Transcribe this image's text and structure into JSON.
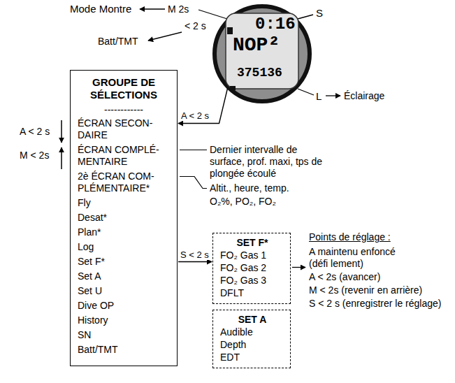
{
  "diagram": {
    "nodes": [
      {
        "text": [
          "0:16",
          "NOP²",
          "375136"
        ]
      },
      {
        "text": [
          "GROUPE DE SÉLECTIONS",
          "------------",
          "ÉCRAN SECON- DAIRE",
          "ÉCRAN COMPLÉ- MENTAIRE",
          "2è ÉCRAN COM- PLÉMENTAIRE*",
          "Fly",
          "Desat*",
          "Plan*",
          "Log",
          "Set F*",
          "Set A",
          "Set U",
          "Dive OP",
          "History",
          "SN",
          "Batt/TMT"
        ]
      },
      {
        "text": [
          "SET F*",
          "FO₂ Gas 1",
          "FO₂ Gas 2",
          "FO₂ Gas 3",
          "DFLT"
        ]
      },
      {
        "text": [
          "SET A",
          "Audible",
          "Depth",
          "EDT"
        ]
      }
    ],
    "edges": [
      {
        "from": 0,
        "to": 1,
        "label": "A < 2 s",
        "arrow": "to"
      },
      {
        "from": 1,
        "to": 2,
        "label": "S < 2 s",
        "arrow": "to"
      }
    ],
    "labels": [
      "Mode Montre",
      "M 2s",
      "< 2 s",
      "Batt/TMT",
      "S",
      "L",
      "Éclairage",
      "A < 2 s",
      "M < 2s",
      "Dernier intervalle de surface, prof. maxi, tps de plongée écoulé",
      "Altit., heure, temp.",
      "O₂%, PO₂, FO₂",
      "Points de réglage :",
      "A maintenu enfoncé (défi lement)",
      "A < 2s (avancer)",
      "M < 2s (revenir en arrière)",
      "S < 2 s (enregistrer le réglage)"
    ]
  }
}
